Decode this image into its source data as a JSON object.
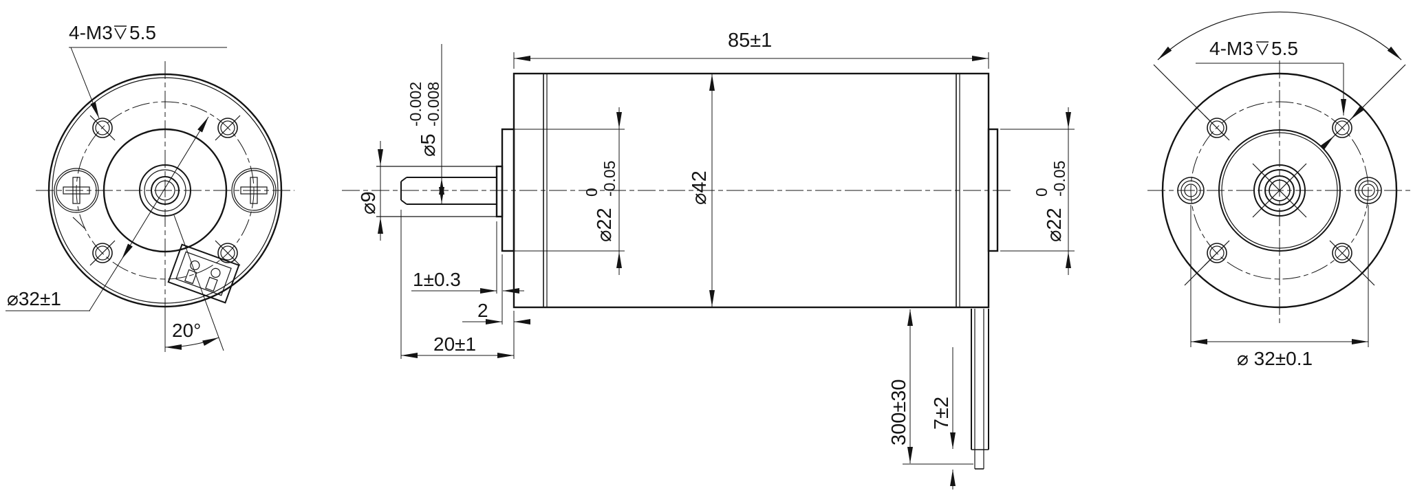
{
  "drawing": {
    "front_view": {
      "thread_callout_prefix": "4-M3",
      "thread_callout_depth": "5.5",
      "bolt_circle_dia": "⌀32±1",
      "connector_angle": "20°"
    },
    "side_view": {
      "body_length": "85±1",
      "shaft_dia_main": "⌀5",
      "shaft_dia_tol_top": "-0.002",
      "shaft_dia_tol_bottom": "-0.008",
      "collar_dia": "⌀9",
      "body_dia": "⌀42",
      "front_boss_dia_main": "⌀22",
      "front_boss_tol_top": "0",
      "front_boss_tol_bottom": "-0.05",
      "rear_boss_dia_main": "⌀22",
      "rear_boss_tol_top": "0",
      "rear_boss_tol_bottom": "-0.05",
      "boss_step": "1±0.3",
      "pilot_length": "2",
      "shaft_length": "20±1",
      "cable_length": "300±30",
      "wire_strip_length": "7±2"
    },
    "rear_view": {
      "thread_callout_prefix": "4-M3",
      "thread_callout_depth": "5.5",
      "bolt_circle_dia": "⌀ 32±0.1"
    }
  }
}
